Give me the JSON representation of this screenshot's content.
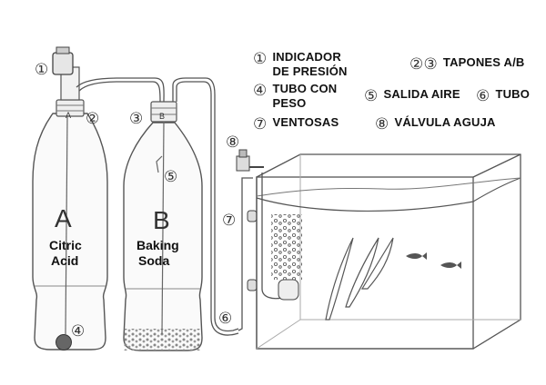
{
  "legend": [
    {
      "num": "①",
      "line1": "INDICADOR",
      "line2": "DE PRESIÓN"
    },
    {
      "num": "②③",
      "line1": "TAPONES A/B"
    },
    {
      "num": "④",
      "line1": "TUBO CON",
      "line2": "PESO"
    },
    {
      "num": "⑤",
      "line1": "SALIDA AIRE"
    },
    {
      "num": "⑥",
      "line1": "TUBO"
    },
    {
      "num": "⑦",
      "line1": "VENTOSAS"
    },
    {
      "num": "⑧",
      "line1": "VÁLVULA AGUJA"
    }
  ],
  "bottle_a": {
    "letter": "A",
    "label1": "Citric",
    "label2": "Acid",
    "cap": "A"
  },
  "bottle_b": {
    "letter": "B",
    "label1": "Baking",
    "label2": "Soda",
    "cap": "B"
  },
  "callouts": {
    "c1": "①",
    "c2": "②",
    "c3": "③",
    "c4": "④",
    "c5": "⑤",
    "c6": "⑥",
    "c7": "⑦",
    "c8": "⑧"
  }
}
